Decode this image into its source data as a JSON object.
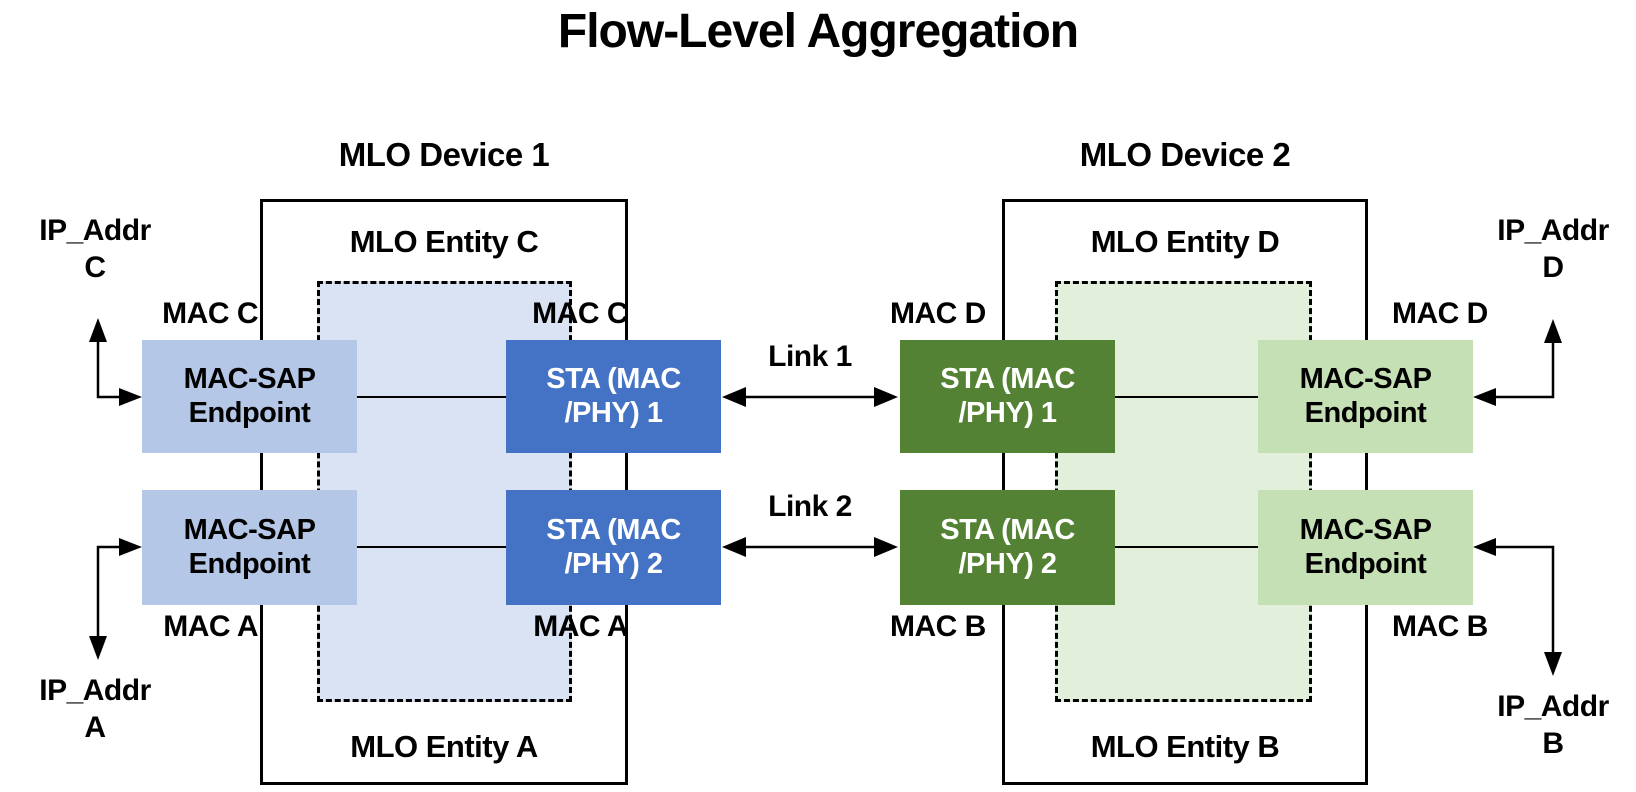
{
  "title": "Flow-Level Aggregation",
  "colors": {
    "sta_blue": "#4472C4",
    "sap_blue": "#B4C7E7",
    "entity_blue_fill": "#DAE3F3",
    "sta_green": "#548235",
    "sap_green": "#C5E0B4",
    "entity_green_fill": "#E2EFDA",
    "line": "#000000"
  },
  "device1": {
    "label": "MLO Device 1",
    "entity_top": "MLO Entity C",
    "entity_bottom": "MLO Entity A",
    "sap1": {
      "line1": "MAC-SAP",
      "line2": "Endpoint"
    },
    "sap2": {
      "line1": "MAC-SAP",
      "line2": "Endpoint"
    },
    "sta1": {
      "line1": "STA (MAC",
      "line2": "/PHY) 1"
    },
    "sta2": {
      "line1": "STA (MAC",
      "line2": "/PHY) 2"
    },
    "mac_top_left": "MAC C",
    "mac_top_right": "MAC C",
    "mac_bottom_left": "MAC A",
    "mac_bottom_right": "MAC A",
    "ip_top": {
      "line1": "IP_Addr",
      "line2": "C"
    },
    "ip_bottom": {
      "line1": "IP_Addr",
      "line2": "A"
    }
  },
  "device2": {
    "label": "MLO Device 2",
    "entity_top": "MLO Entity D",
    "entity_bottom": "MLO Entity B",
    "sap1": {
      "line1": "MAC-SAP",
      "line2": "Endpoint"
    },
    "sap2": {
      "line1": "MAC-SAP",
      "line2": "Endpoint"
    },
    "sta1": {
      "line1": "STA (MAC",
      "line2": "/PHY) 1"
    },
    "sta2": {
      "line1": "STA (MAC",
      "line2": "/PHY) 2"
    },
    "mac_top_left": "MAC D",
    "mac_top_right": "MAC D",
    "mac_bottom_left": "MAC B",
    "mac_bottom_right": "MAC B",
    "ip_top": {
      "line1": "IP_Addr",
      "line2": "D"
    },
    "ip_bottom": {
      "line1": "IP_Addr",
      "line2": "B"
    }
  },
  "links": {
    "link1": "Link 1",
    "link2": "Link 2"
  }
}
